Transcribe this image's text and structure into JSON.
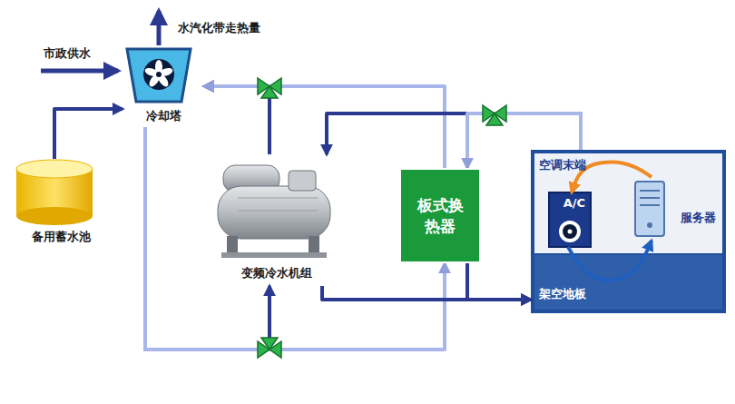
{
  "diagram": {
    "nodes": [
      {
        "text": [
          "冷却塔"
        ]
      },
      {
        "text": [
          "备用蓄水池"
        ]
      },
      {
        "text": [
          "变频冷水机组"
        ]
      },
      {
        "text": [
          "板式换热器"
        ]
      },
      {
        "text": [
          "空调末端",
          "架空地板"
        ]
      },
      {
        "text": [
          "A/C"
        ],
        "in": 4
      },
      {
        "text": [
          "服务器"
        ],
        "in": 4
      }
    ],
    "edges": [
      {
        "from": 1,
        "to": 0,
        "arrow": "to"
      },
      {
        "from": 0,
        "to": 2,
        "arrow": "to"
      },
      {
        "from": 0,
        "to": 3,
        "arrow": "to"
      },
      {
        "from": 2,
        "to": 0,
        "arrow": "to"
      },
      {
        "from": 3,
        "to": 0,
        "arrow": "to"
      },
      {
        "from": 4,
        "to": 2,
        "arrow": "to"
      },
      {
        "from": 4,
        "to": 3,
        "arrow": "to"
      },
      {
        "from": 2,
        "to": 4,
        "arrow": "to"
      },
      {
        "from": 3,
        "to": 4,
        "arrow": "to"
      },
      {
        "from": 6,
        "to": 5,
        "arrow": "to"
      },
      {
        "from": 5,
        "to": 6,
        "arrow": "to"
      }
    ],
    "labels": [
      "市政供水",
      "水汽化带走热量"
    ]
  }
}
